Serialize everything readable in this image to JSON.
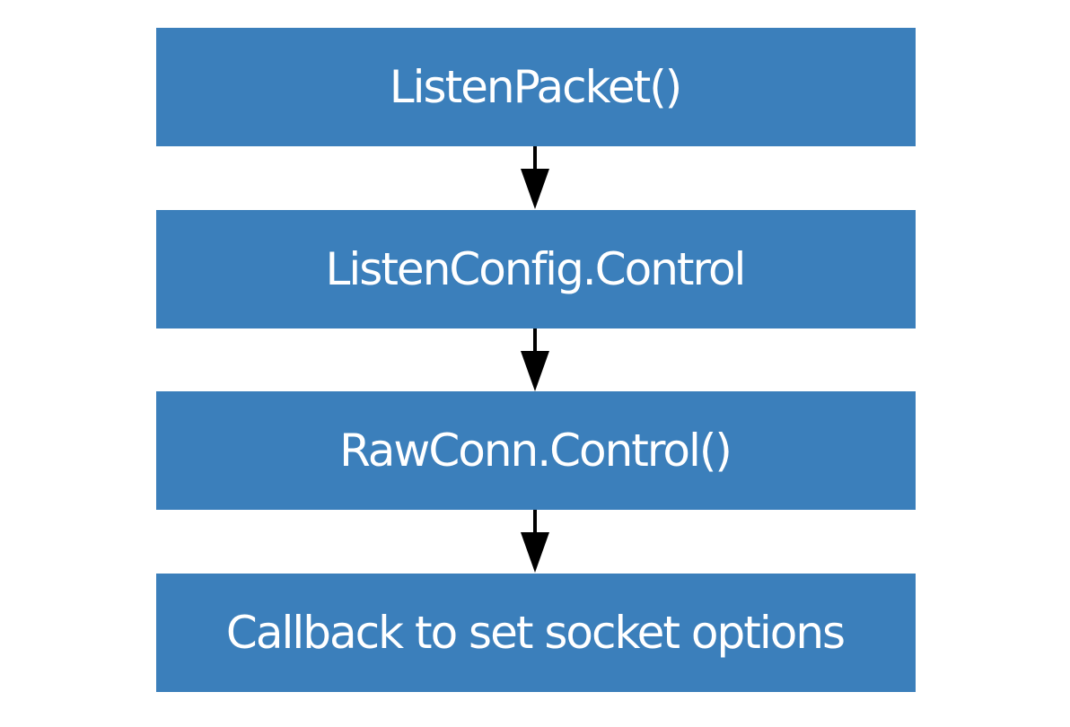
{
  "diagram": {
    "type": "flowchart",
    "direction": "top-to-bottom",
    "node_color": "#3b7fbb",
    "text_color": "#ffffff",
    "edge_color": "#000000",
    "nodes": [
      {
        "id": "listen-packet",
        "label": "ListenPacket()"
      },
      {
        "id": "listen-config-control",
        "label": "ListenConfig.Control"
      },
      {
        "id": "rawconn-control",
        "label": "RawConn.Control()"
      },
      {
        "id": "callback",
        "label": "Callback to set socket options"
      }
    ],
    "edges": [
      {
        "from": "listen-packet",
        "to": "listen-config-control"
      },
      {
        "from": "listen-config-control",
        "to": "rawconn-control"
      },
      {
        "from": "rawconn-control",
        "to": "callback"
      }
    ]
  }
}
